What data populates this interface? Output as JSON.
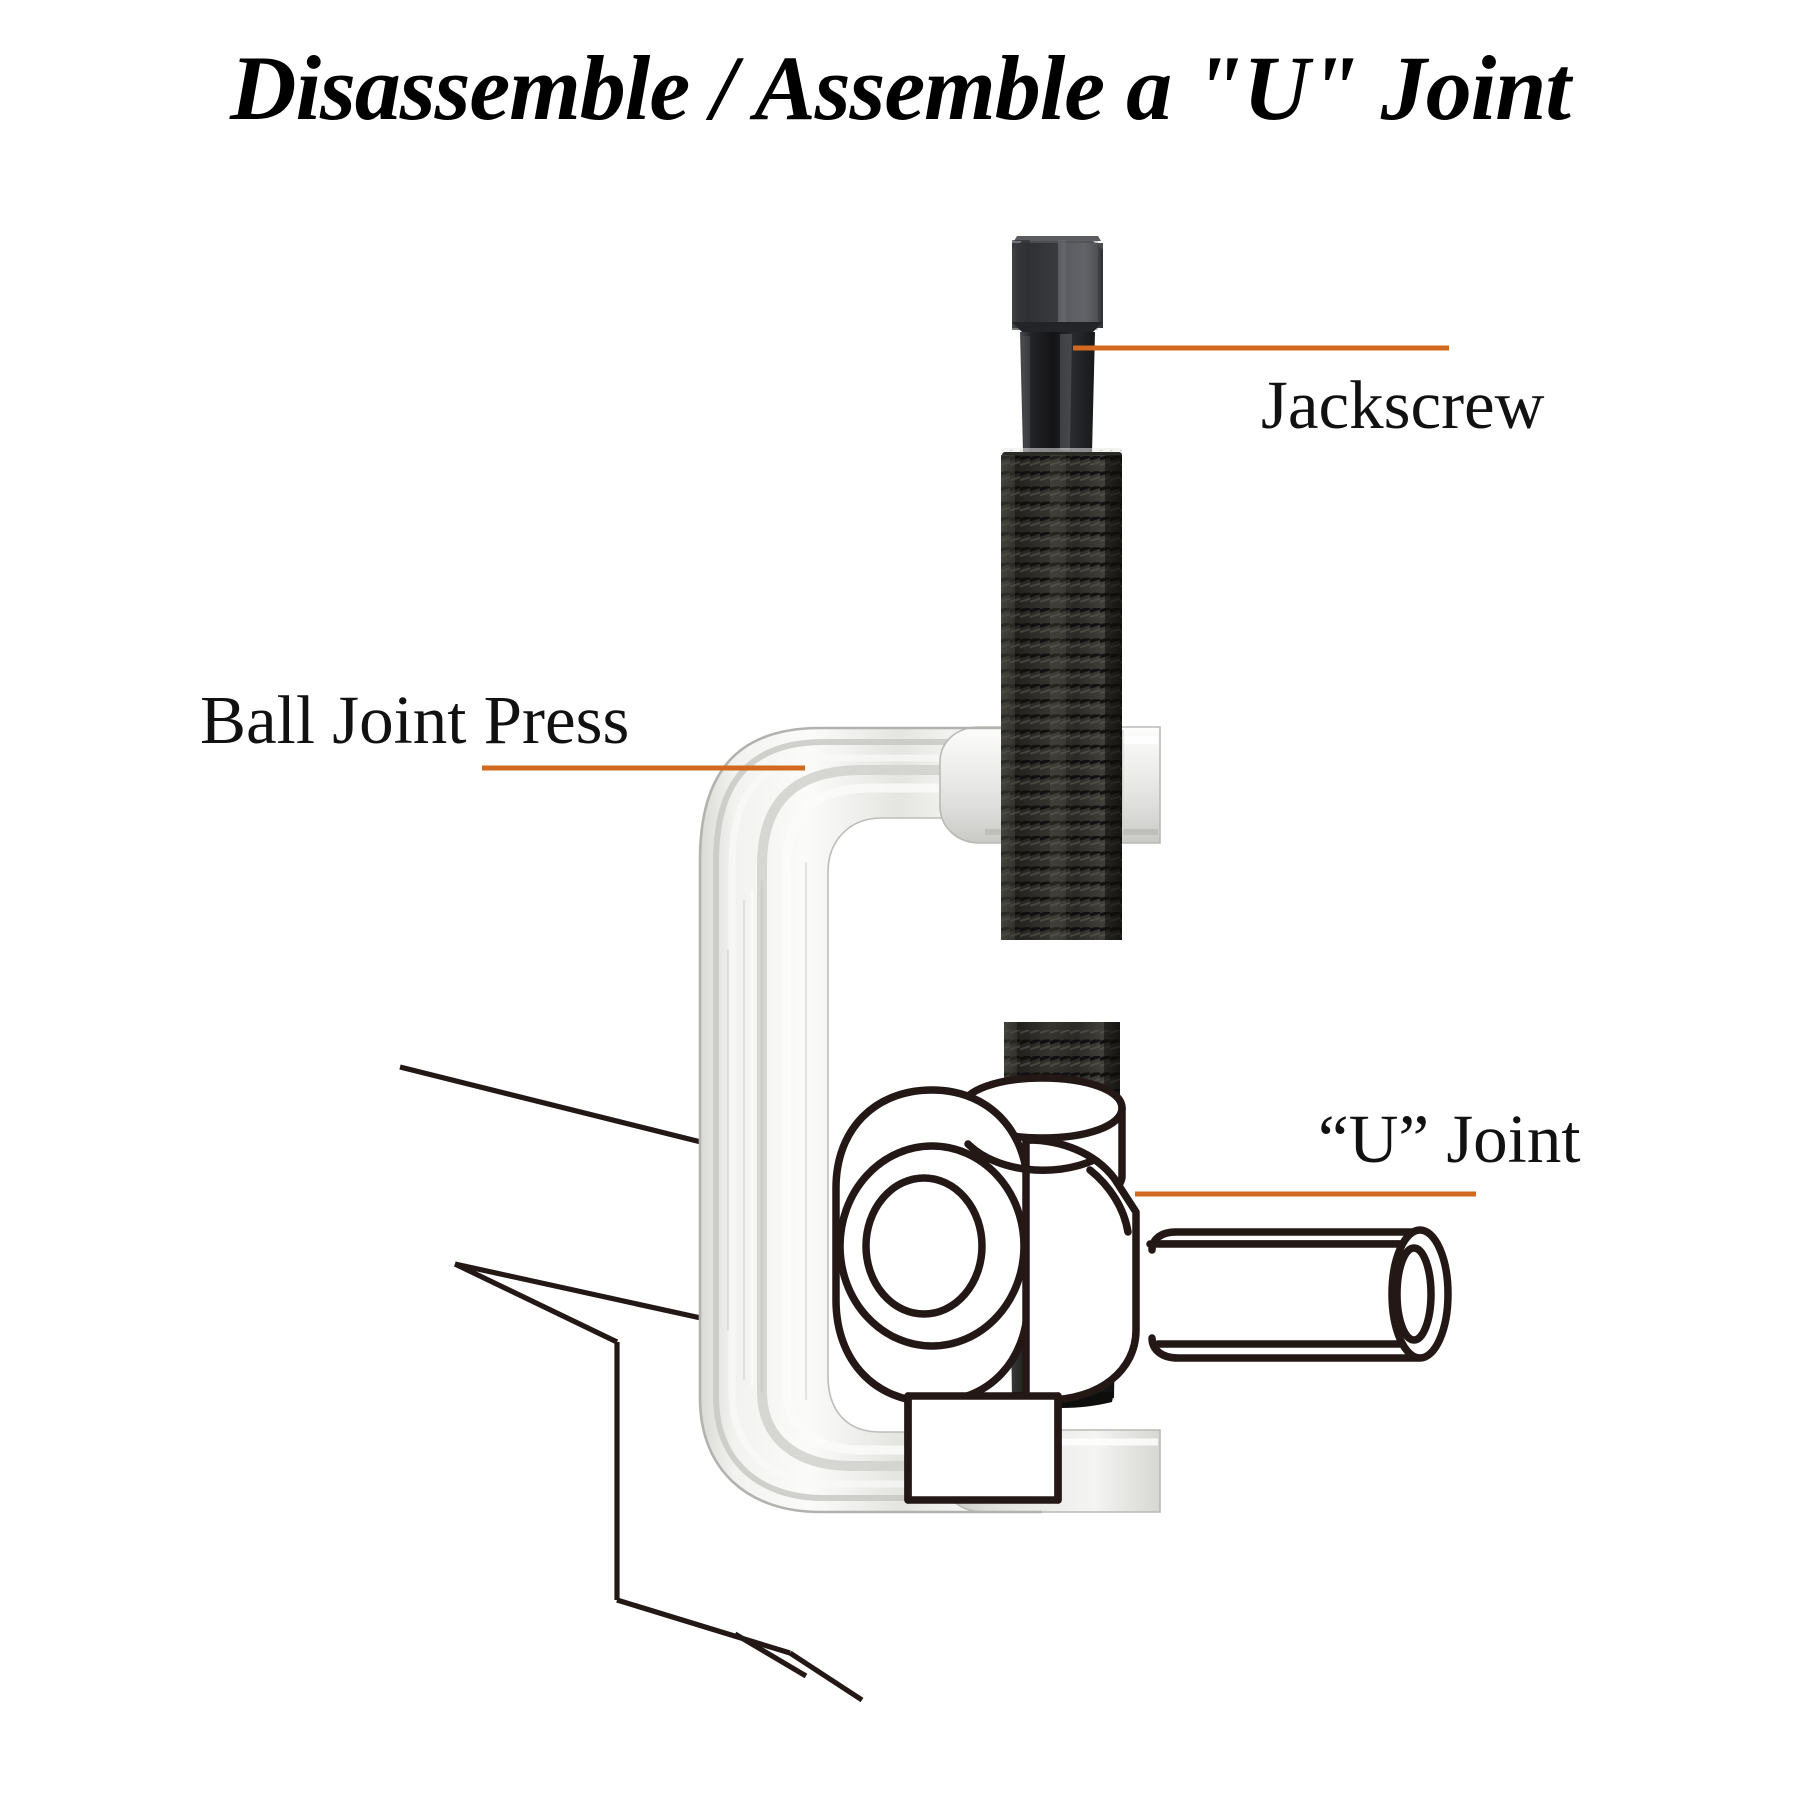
{
  "document": {
    "title": "Disassemble / Assemble a \"U\" Joint",
    "background_color": "#ffffff",
    "text_color": "#111111",
    "leader_line_color": "#D2691E",
    "line_art_color": "#231815"
  },
  "callouts": [
    {
      "id": "jackscrew",
      "label": "Jackscrew",
      "leader_color": "#D2691E"
    },
    {
      "id": "ball-joint-press",
      "label": "Ball Joint Press",
      "leader_color": "#D2691E"
    },
    {
      "id": "u-joint",
      "label": "“U” Joint",
      "leader_color": "#D2691E"
    }
  ],
  "illustration": {
    "description": "C-frame ball joint press with threaded jackscrew pressing on a universal joint",
    "parts": [
      {
        "name": "jackscrew-hex-head",
        "color": "#3c3d3f"
      },
      {
        "name": "jackscrew-threaded-shaft",
        "color": "#2a2a2c"
      },
      {
        "name": "jackscrew-press-tip",
        "color": "#1d1d1f"
      },
      {
        "name": "press-c-frame",
        "color": "#e8e8e6"
      },
      {
        "name": "u-joint-outline",
        "color": "#231815"
      },
      {
        "name": "driveshaft-outline",
        "color": "#231815"
      },
      {
        "name": "housing-outline",
        "color": "#231815"
      }
    ]
  }
}
